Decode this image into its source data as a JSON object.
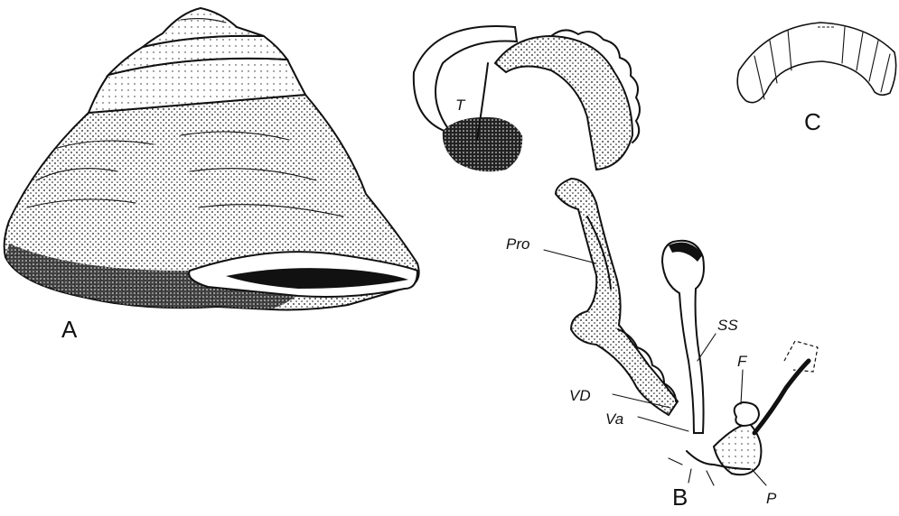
{
  "panels": [
    {
      "letter": "A",
      "subject": "shell"
    },
    {
      "letter": "B",
      "subject": "reproductive system"
    },
    {
      "letter": "C",
      "subject": "jaw"
    }
  ],
  "labels": {
    "T": "T",
    "Pro": "Pro",
    "SS": "SS",
    "F": "F",
    "VD": "VD",
    "Va": "Va",
    "P": "P"
  }
}
